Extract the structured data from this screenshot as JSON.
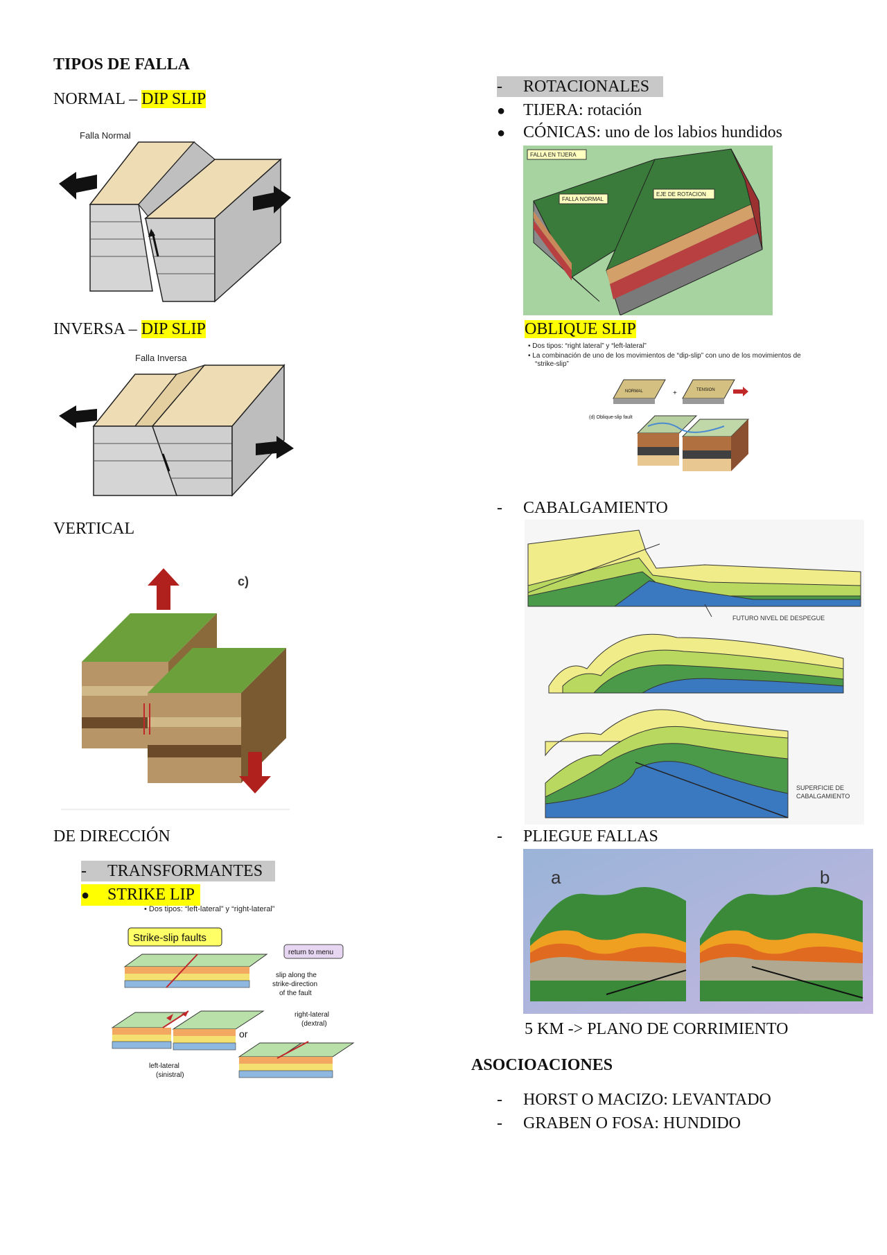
{
  "left": {
    "heading": "TIPOS DE FALLA",
    "normal": {
      "label": "NORMAL – ",
      "highlight": "DIP SLIP",
      "figure_title": "Falla Normal"
    },
    "inversa": {
      "label": "INVERSA – ",
      "highlight": "DIP SLIP",
      "figure_title": "Falla Inversa"
    },
    "vertical": {
      "label": "VERTICAL",
      "figure_tag": "c)"
    },
    "direccion": {
      "label": "DE DIRECCIÓN",
      "sub_dash": "-",
      "transformantes": "TRANSFORMANTES",
      "strike_lip": "STRIKE LIP",
      "note": "• Dos tipos: “left-lateral” y “right-lateral”",
      "figure": {
        "title": "Strike-slip faults",
        "menu": "return to menu",
        "slip_line1": "slip along the",
        "slip_line2": "strike-direction",
        "slip_line3": "of the fault",
        "or": "or",
        "right_line1": "right-lateral",
        "right_line2": "(dextral)",
        "left_line1": "left-lateral",
        "left_line2": "(sinistral)"
      }
    }
  },
  "right": {
    "rotacionales": {
      "dash": "-",
      "label": "ROTACIONALES"
    },
    "bullets": [
      "TIJERA: rotación",
      "CÓNICAS: uno de los labios hundidos"
    ],
    "tijera_figure": {
      "tag1": "FALLA EN TIJERA",
      "tag2": "FALLA NORMAL",
      "tag3": "EJE DE ROTACION"
    },
    "oblique": {
      "label": "OBLIQUE SLIP",
      "note1": "• Dos tipos: “right lateral” y “left-lateral”",
      "note2": "• La combinación de uno de los movimientos de “dip-slip” con uno de los movimientos de",
      "note3": "“strike-slip”",
      "fig_a": "NORMAL",
      "fig_plus": "+",
      "fig_b": "TENSION",
      "fig_caption": "(d) Oblique-slip fault"
    },
    "cabalgamiento": {
      "dash": "-",
      "label": "CABALGAMIENTO",
      "ann1": "FUTURO NIVEL DE DESPEGUE",
      "ann2_line1": "SUPERFICIE DE",
      "ann2_line2": "CABALGAMIENTO"
    },
    "pliegue": {
      "dash": "-",
      "label": "PLIEGUE FALLAS",
      "tag_a": "a",
      "tag_b": "b"
    },
    "plano": "5 KM -> PLANO DE CORRIMIENTO",
    "asociaciones": {
      "heading": "ASOCIOACIONES",
      "items": [
        {
          "dash": "-",
          "text": "HORST O MACIZO: LEVANTADO"
        },
        {
          "dash": "-",
          "text": "GRABEN O FOSA: HUNDIDO"
        }
      ]
    }
  },
  "colors": {
    "highlight": "#ffff00",
    "gray_band": "#c8c8c8",
    "fault_red": "#c0282a",
    "sky_green": "#a6d3a0"
  }
}
